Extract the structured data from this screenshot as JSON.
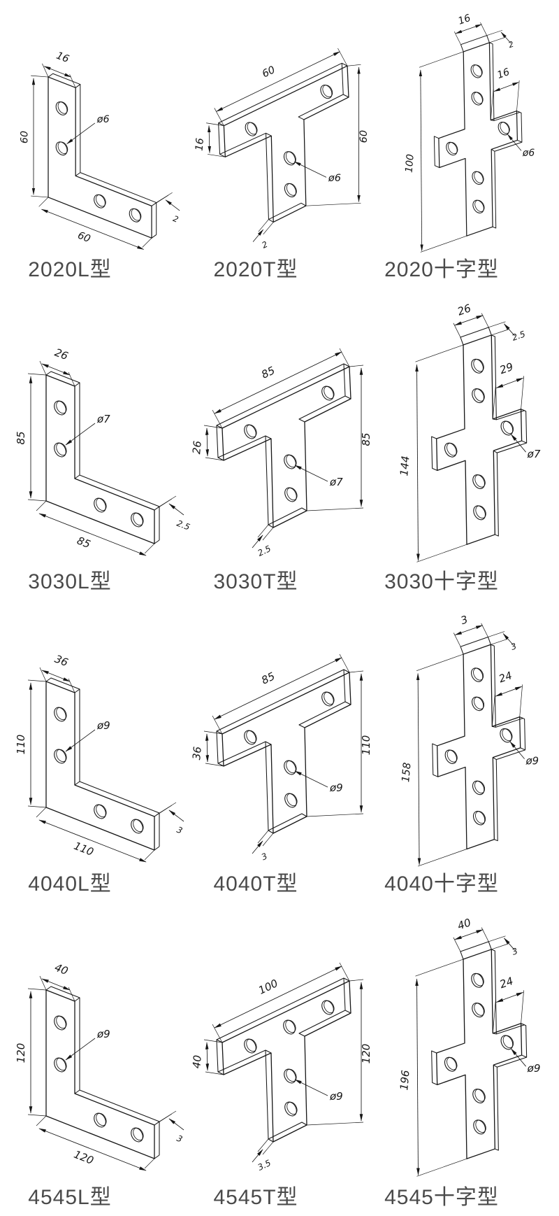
{
  "page": {
    "background": "#ffffff",
    "text_color": "#4a4a4a",
    "line_color": "#161616"
  },
  "rows": [
    {
      "cells": [
        {
          "type": "L",
          "caption": "2020L型",
          "dims": {
            "height": "60",
            "width": "16",
            "hole": "ø6",
            "length": "60",
            "thickness": "2"
          }
        },
        {
          "type": "T",
          "caption": "2020T型",
          "dims": {
            "top": "60",
            "side": "16",
            "height": "60",
            "hole": "ø6",
            "thickness": "2"
          }
        },
        {
          "type": "X",
          "caption": "2020十字型",
          "dims": {
            "top": "16",
            "top_thickness": "2",
            "arm": "16",
            "hole": "ø6",
            "height": "100"
          }
        }
      ]
    },
    {
      "cells": [
        {
          "type": "L",
          "caption": "3030L型",
          "dims": {
            "height": "85",
            "width": "26",
            "hole": "ø7",
            "length": "85",
            "thickness": "2.5"
          }
        },
        {
          "type": "T",
          "caption": "3030T型",
          "dims": {
            "top": "85",
            "side": "26",
            "height": "85",
            "hole": "ø7",
            "thickness": "2.5"
          }
        },
        {
          "type": "X",
          "caption": "3030十字型",
          "dims": {
            "top": "26",
            "top_thickness": "2.5",
            "arm": "29",
            "hole": "ø7",
            "height": "144"
          }
        }
      ]
    },
    {
      "cells": [
        {
          "type": "L",
          "caption": "4040L型",
          "dims": {
            "height": "110",
            "width": "36",
            "hole": "ø9",
            "length": "110",
            "thickness": "3"
          }
        },
        {
          "type": "T",
          "caption": "4040T型",
          "dims": {
            "top": "85",
            "side": "36",
            "height": "110",
            "hole": "ø9",
            "thickness": "3"
          }
        },
        {
          "type": "X",
          "caption": "4040十字型",
          "dims": {
            "top": "3",
            "top_thickness": "3",
            "arm": "24",
            "hole": "ø9",
            "height": "158"
          }
        }
      ]
    },
    {
      "cells": [
        {
          "type": "L",
          "caption": "4545L型",
          "dims": {
            "height": "120",
            "width": "40",
            "hole": "ø9",
            "length": "120",
            "thickness": "3"
          }
        },
        {
          "type": "T",
          "caption": "4545T型",
          "dims": {
            "top": "100",
            "side": "40",
            "height": "120",
            "hole": "ø9",
            "thickness": "3.5"
          },
          "extra_top_hole": true
        },
        {
          "type": "X",
          "caption": "4545十字型",
          "dims": {
            "top": "40",
            "top_thickness": "3",
            "arm": "24",
            "hole": "ø9",
            "height": "196"
          }
        }
      ]
    }
  ]
}
